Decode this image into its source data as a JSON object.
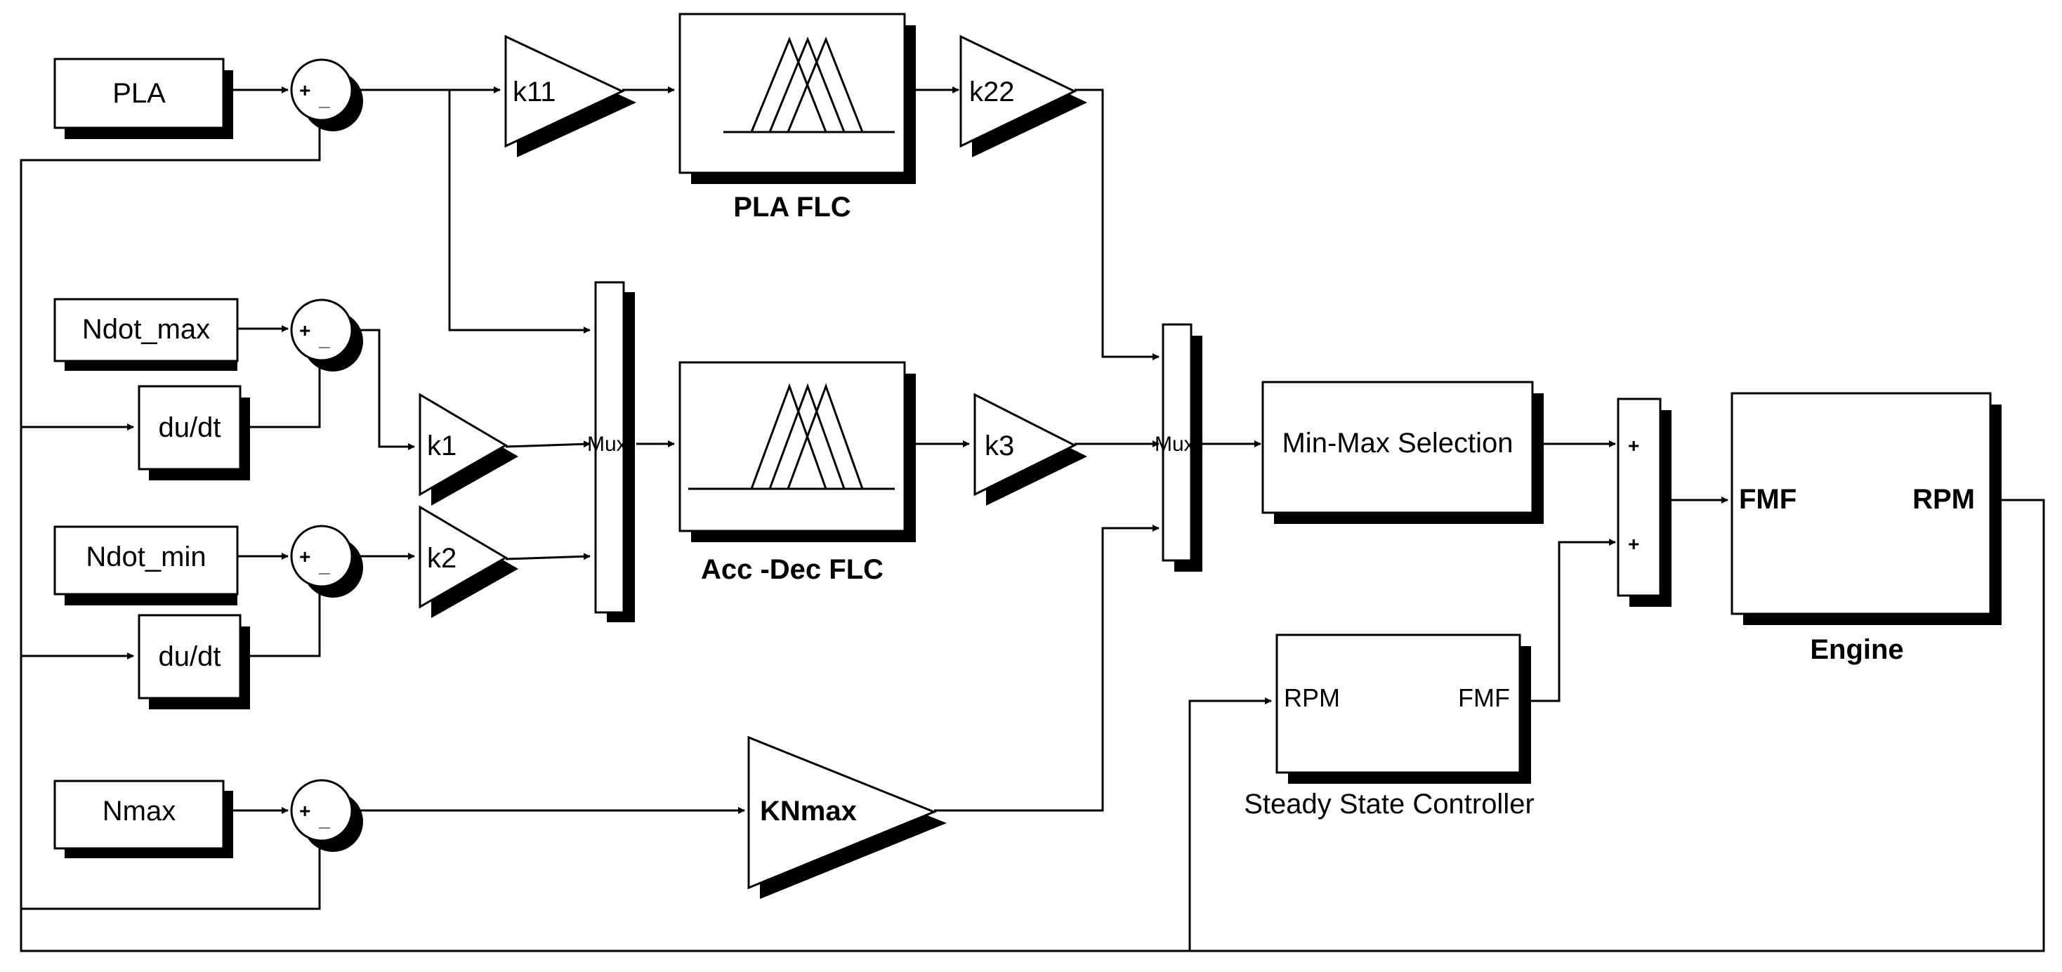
{
  "sources": {
    "pla": "PLA",
    "ndot_max": "Ndot_max",
    "ndot_min": "Ndot_min",
    "nmax": "Nmax"
  },
  "derivative": {
    "upper": "du/dt",
    "lower": "du/dt"
  },
  "sum_signs": {
    "plus": "+",
    "minus": "_"
  },
  "gains": {
    "k11": "k11",
    "k22": "k22",
    "k1": "k1",
    "k2": "k2",
    "k3": "k3",
    "knmax": "KNmax"
  },
  "mux": {
    "left": "Mux",
    "right": "Mux"
  },
  "flc": {
    "pla_title": "PLA FLC",
    "accdec_title": "Acc -Dec FLC"
  },
  "minmax": {
    "label": "Min-Max Selection"
  },
  "adder": {
    "sign_top": "+",
    "sign_bottom": "+"
  },
  "engine": {
    "title": "Engine",
    "in_port": "FMF",
    "out_port": "RPM"
  },
  "steady": {
    "title": "Steady State Controller",
    "in_port": "RPM",
    "out_port": "FMF"
  }
}
